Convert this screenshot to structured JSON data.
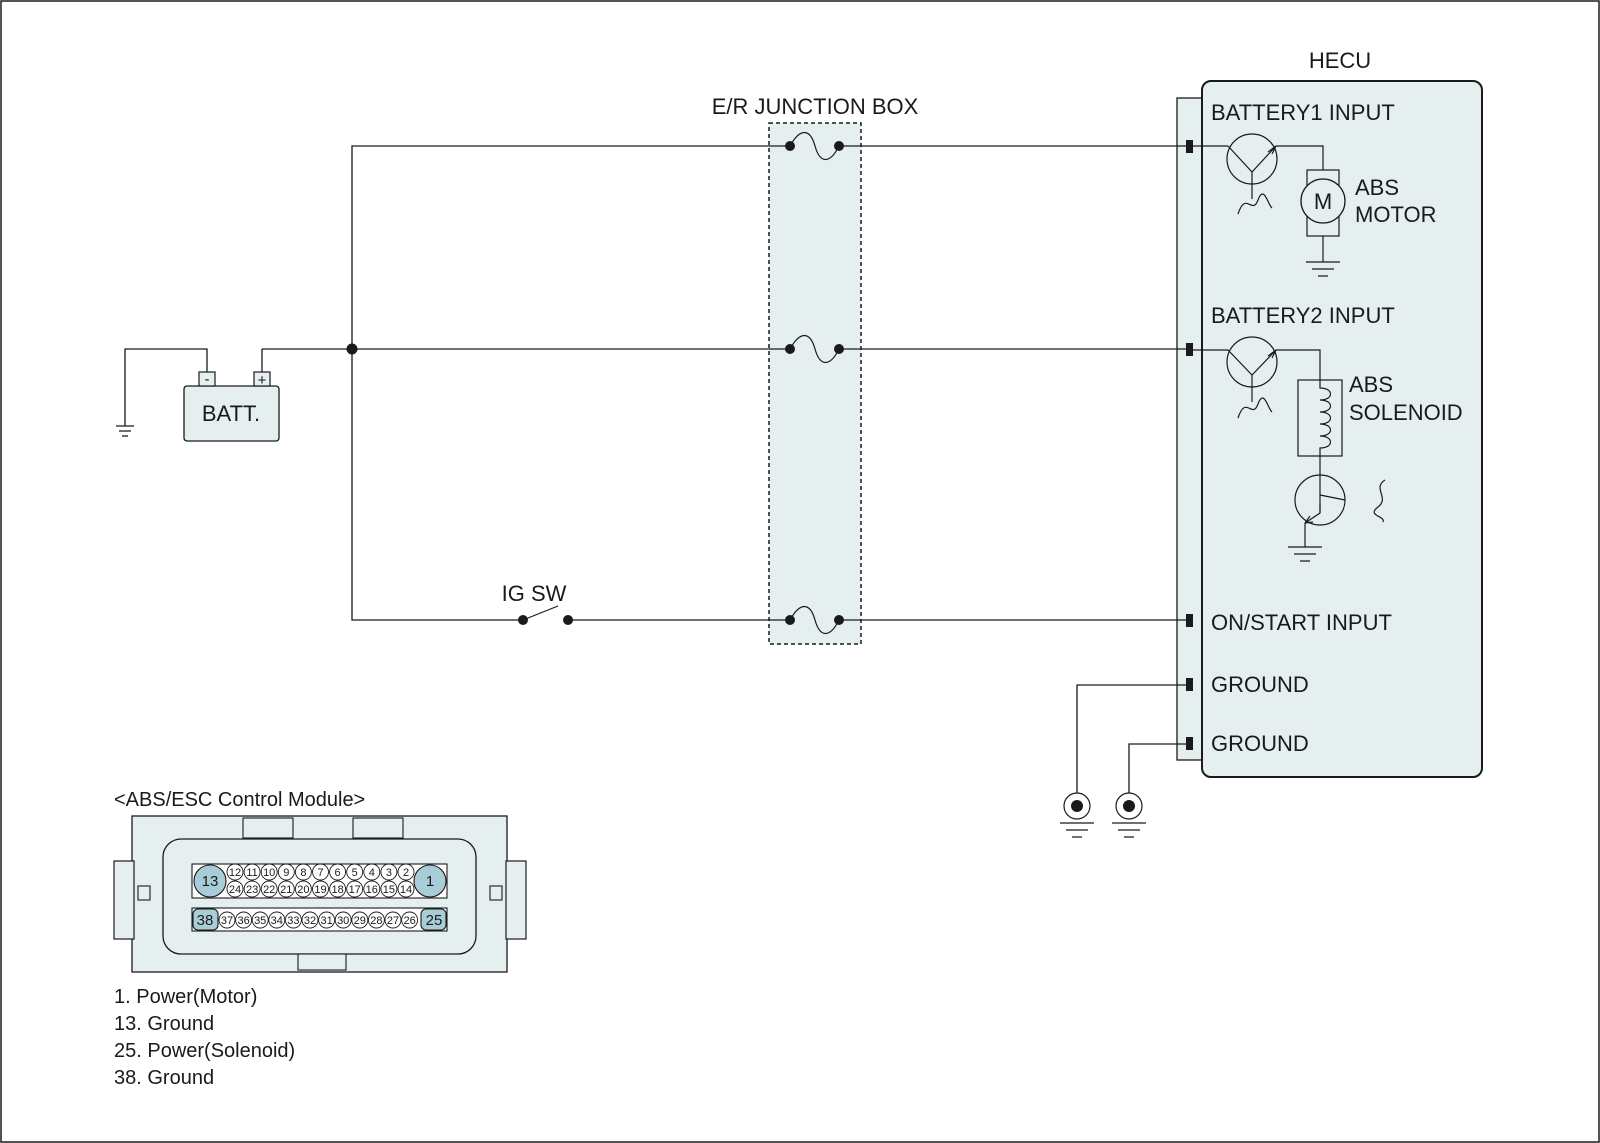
{
  "diagram": {
    "colors": {
      "fill": "#e6efef",
      "pin_highlight": "#a8cdd8",
      "line": "#1a1a1a"
    },
    "ecu": {
      "title": "HECU",
      "pins": {
        "battery1": "BATTERY1 INPUT",
        "battery2": "BATTERY2 INPUT",
        "on_start": "ON/START INPUT",
        "ground1": "GROUND",
        "ground2": "GROUND"
      },
      "motor": {
        "symbol": "M",
        "label1": "ABS",
        "label2": "MOTOR"
      },
      "solenoid": {
        "label1": "ABS",
        "label2": "SOLENOID"
      }
    },
    "junction_box": {
      "title": "E/R JUNCTION BOX"
    },
    "battery": {
      "label": "BATT.",
      "minus": "-",
      "plus": "+"
    },
    "ig_switch": {
      "label": "IG SW"
    },
    "connector": {
      "title": "<ABS/ESC Control Module>",
      "big_pins": [
        "13",
        "1",
        "38",
        "25"
      ],
      "row1": [
        "12",
        "11",
        "10",
        "9",
        "8",
        "7",
        "6",
        "5",
        "4",
        "3",
        "2"
      ],
      "row2": [
        "24",
        "23",
        "22",
        "21",
        "20",
        "19",
        "18",
        "17",
        "16",
        "15",
        "14"
      ],
      "row3": [
        "37",
        "36",
        "35",
        "34",
        "33",
        "32",
        "31",
        "30",
        "29",
        "28",
        "27",
        "26"
      ]
    },
    "legend": [
      "1. Power(Motor)",
      "13. Ground",
      "25. Power(Solenoid)",
      "38. Ground"
    ]
  }
}
